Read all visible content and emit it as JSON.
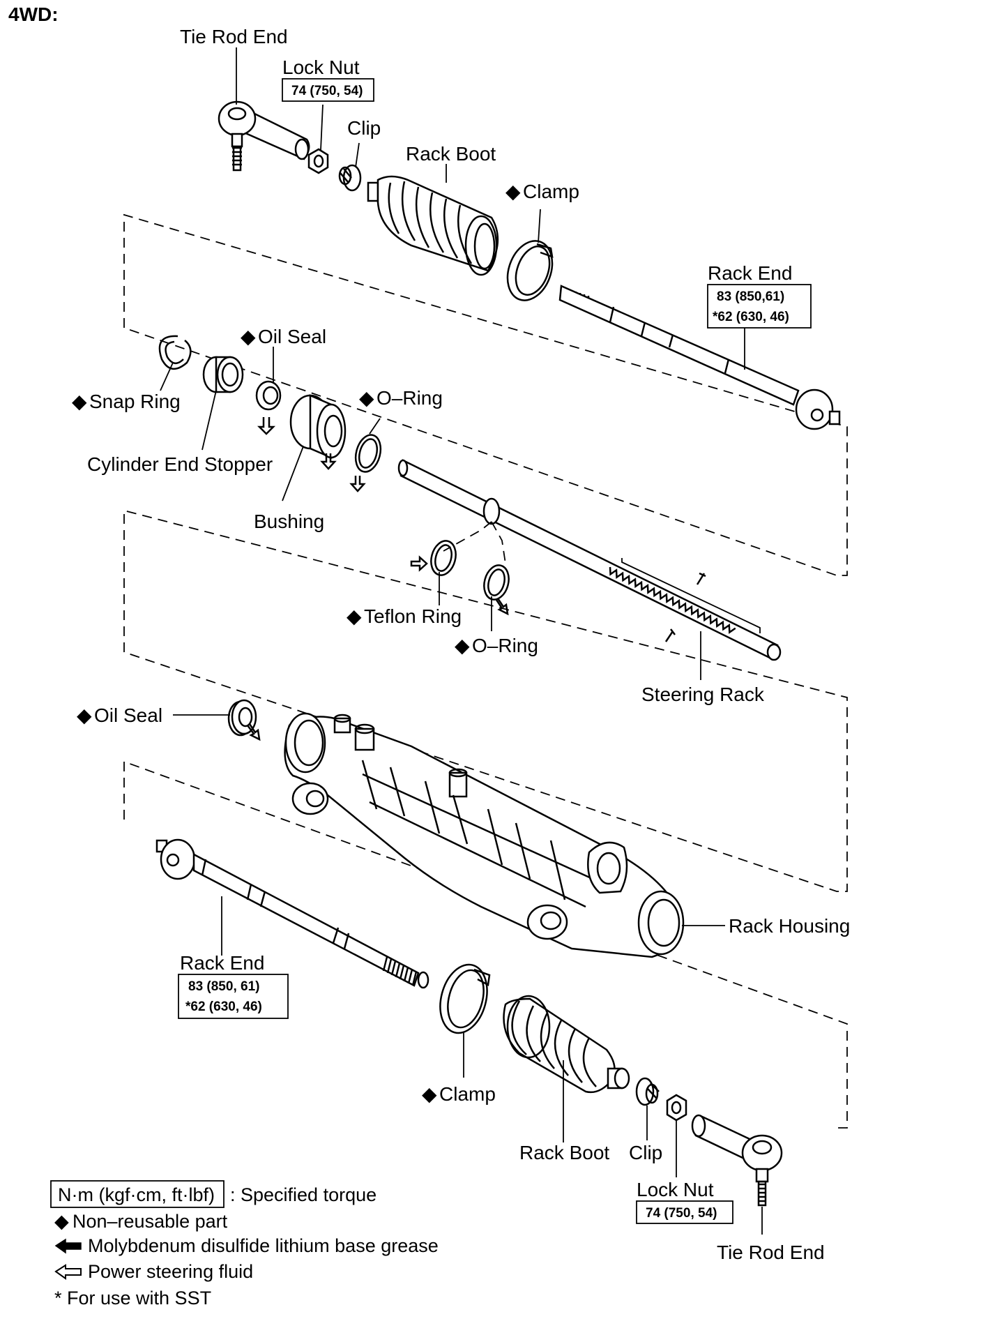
{
  "diagram": {
    "header": "4WD:",
    "labels": {
      "tie_rod_end_top": "Tie Rod End",
      "lock_nut_top": "Lock Nut",
      "lock_nut_top_torque": "74 (750, 54)",
      "clip_top": "Clip",
      "rack_boot_top": "Rack Boot",
      "clamp_top": "Clamp",
      "rack_end_right": "Rack End",
      "rack_end_right_torque_1": "83 (850,61)",
      "rack_end_right_torque_2": "*62 (630, 46)",
      "snap_ring": "Snap Ring",
      "cylinder_end_stopper": "Cylinder End Stopper",
      "oil_seal_top": "Oil Seal",
      "bushing": "Bushing",
      "o_ring_top": "O–Ring",
      "teflon_ring": "Teflon Ring",
      "o_ring_bottom": "O–Ring",
      "steering_rack": "Steering Rack",
      "oil_seal_left": "Oil Seal",
      "rack_housing": "Rack Housing",
      "rack_end_left": "Rack End",
      "rack_end_left_torque_1": "83 (850, 61)",
      "rack_end_left_torque_2": "*62 (630, 46)",
      "clamp_bottom": "Clamp",
      "rack_boot_bottom": "Rack Boot",
      "clip_bottom": "Clip",
      "lock_nut_bottom": "Lock Nut",
      "lock_nut_bottom_torque": "74 (750, 54)",
      "tie_rod_end_bottom": "Tie Rod End"
    },
    "legend": {
      "torque_box": "N·m (kgf·cm, ft·lbf)",
      "torque_desc": ": Specified torque",
      "non_reusable": "Non–reusable part",
      "moly_grease": "Molybdenum disulfide lithium base grease",
      "ps_fluid": "Power steering fluid",
      "sst": "* For use with SST"
    },
    "symbols": {
      "non_reusable": "◆"
    }
  }
}
